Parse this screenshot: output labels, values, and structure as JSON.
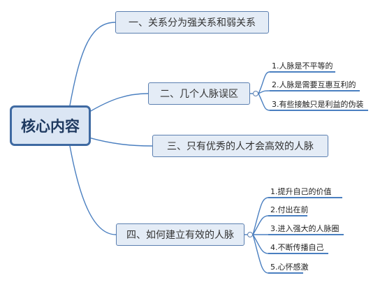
{
  "root": {
    "label": "核心内容"
  },
  "branches": [
    {
      "label": "一、关系分为强关系和弱关系"
    },
    {
      "label": "二、几个人脉误区",
      "children": [
        "1.人脉是不平等的",
        "2.人脉是需要互惠互利的",
        "3.有些接触只是利益的伪装"
      ]
    },
    {
      "label": "三、只有优秀的人才会高效的人脉"
    },
    {
      "label": "四、如何建立有效的人脉",
      "children": [
        "1.提升自己的价值",
        "2.付出在前",
        "3.进入强大的人脉圈",
        "4.不断传播自己",
        "5.心怀感激"
      ]
    }
  ],
  "colors": {
    "line": "#4a7fc0",
    "node_border": "#5b7fb0",
    "node_fill": "#e4ecf6",
    "root_border": "#3f6aa2"
  }
}
